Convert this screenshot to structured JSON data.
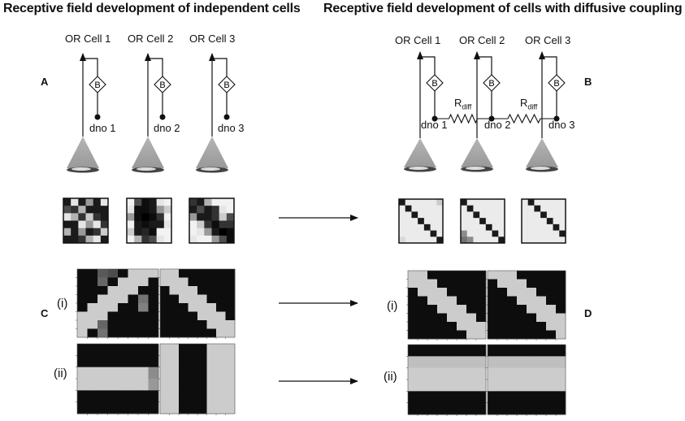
{
  "headings": {
    "left": "Receptive field development of independent cells",
    "right": "Receptive field development of cells with diffusive coupling"
  },
  "panel_labels": {
    "a": "A",
    "b": "B",
    "c": "C",
    "d": "D"
  },
  "cells": [
    "OR Cell 1",
    "OR Cell 2",
    "OR Cell 3"
  ],
  "dno": [
    "dno 1",
    "dno 2",
    "dno 3"
  ],
  "block_symbol": "B",
  "r_diff": {
    "main": "R",
    "sub": "diff"
  },
  "row_labels": {
    "i": "(i)",
    "ii": "(ii)"
  }
}
